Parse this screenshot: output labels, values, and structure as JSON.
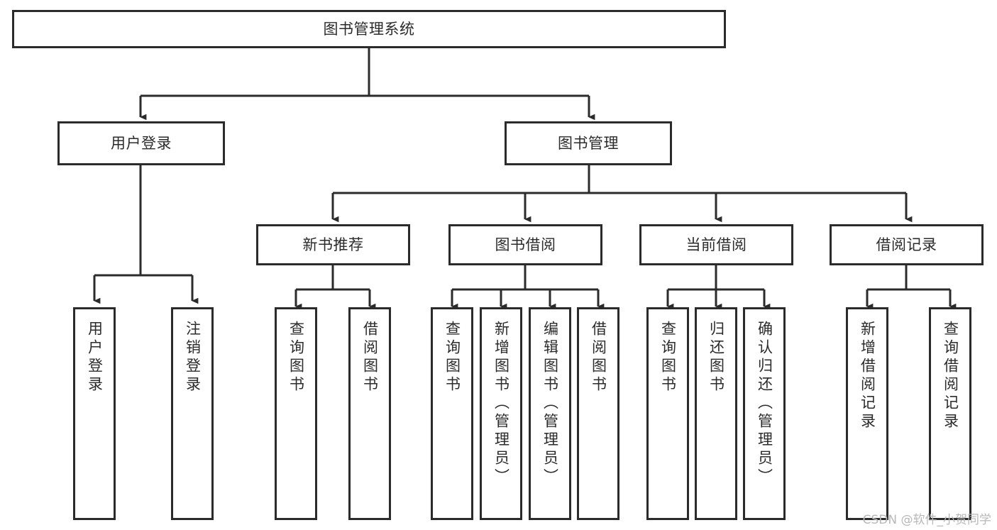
{
  "diagram": {
    "type": "hierarchy-tree",
    "title": "图书管理系统",
    "watermark": "CSDN @软件_小贺同学",
    "colors": {
      "border": "#2b2b2b",
      "fill": "#ffffff",
      "background": "#ffffff",
      "watermark": "#b8b8b8"
    },
    "levels": {
      "root": {
        "label": "图书管理系统"
      },
      "level2": [
        {
          "label": "用户登录"
        },
        {
          "label": "图书管理"
        }
      ],
      "level3": [
        {
          "label": "新书推荐"
        },
        {
          "label": "图书借阅"
        },
        {
          "label": "当前借阅"
        },
        {
          "label": "借阅记录"
        }
      ],
      "leaves": {
        "user_login": [
          {
            "label": "用户登录"
          },
          {
            "label": "注销登录"
          }
        ],
        "new_book_recommend": [
          {
            "label": "查询图书"
          },
          {
            "label": "借阅图书"
          }
        ],
        "book_borrow": [
          {
            "label": "查询图书"
          },
          {
            "label": "新增图书（管理员）"
          },
          {
            "label": "编辑图书（管理员）"
          },
          {
            "label": "借阅图书"
          }
        ],
        "current_borrow": [
          {
            "label": "查询图书"
          },
          {
            "label": "归还图书"
          },
          {
            "label": "确认归还（管理员）"
          }
        ],
        "borrow_record": [
          {
            "label": "新增借阅记录"
          },
          {
            "label": "查询借阅记录"
          }
        ]
      }
    }
  }
}
